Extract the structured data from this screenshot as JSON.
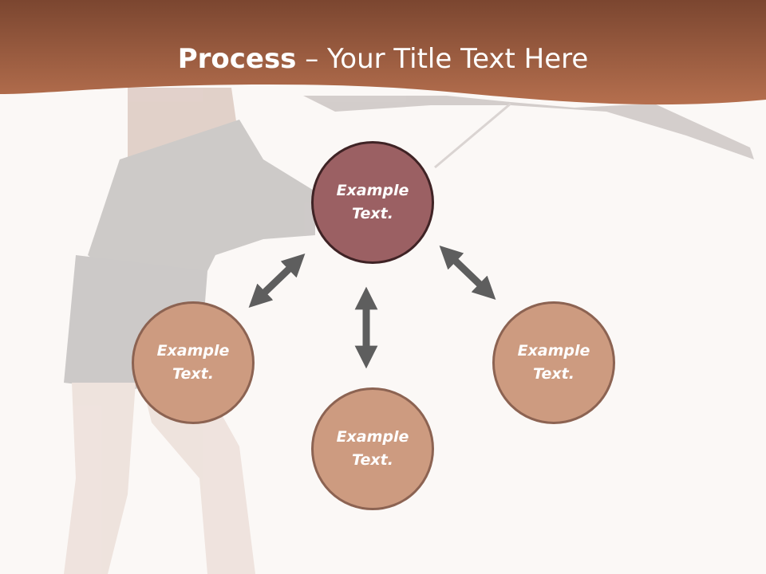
{
  "slide": {
    "title_bold": "Process",
    "title_rest": " – Your Title Text Here"
  },
  "nodes": [
    {
      "line1": "Example",
      "line2": "Text."
    },
    {
      "line1": "Example",
      "line2": "Text."
    },
    {
      "line1": "Example",
      "line2": "Text."
    },
    {
      "line1": "Example",
      "line2": "Text."
    }
  ],
  "colors": {
    "header": "#a9603f",
    "main_node": "#9b6063",
    "sub_node": "#cd9b80",
    "arrow": "#5e5e5e",
    "background": "#fbf8f6"
  }
}
